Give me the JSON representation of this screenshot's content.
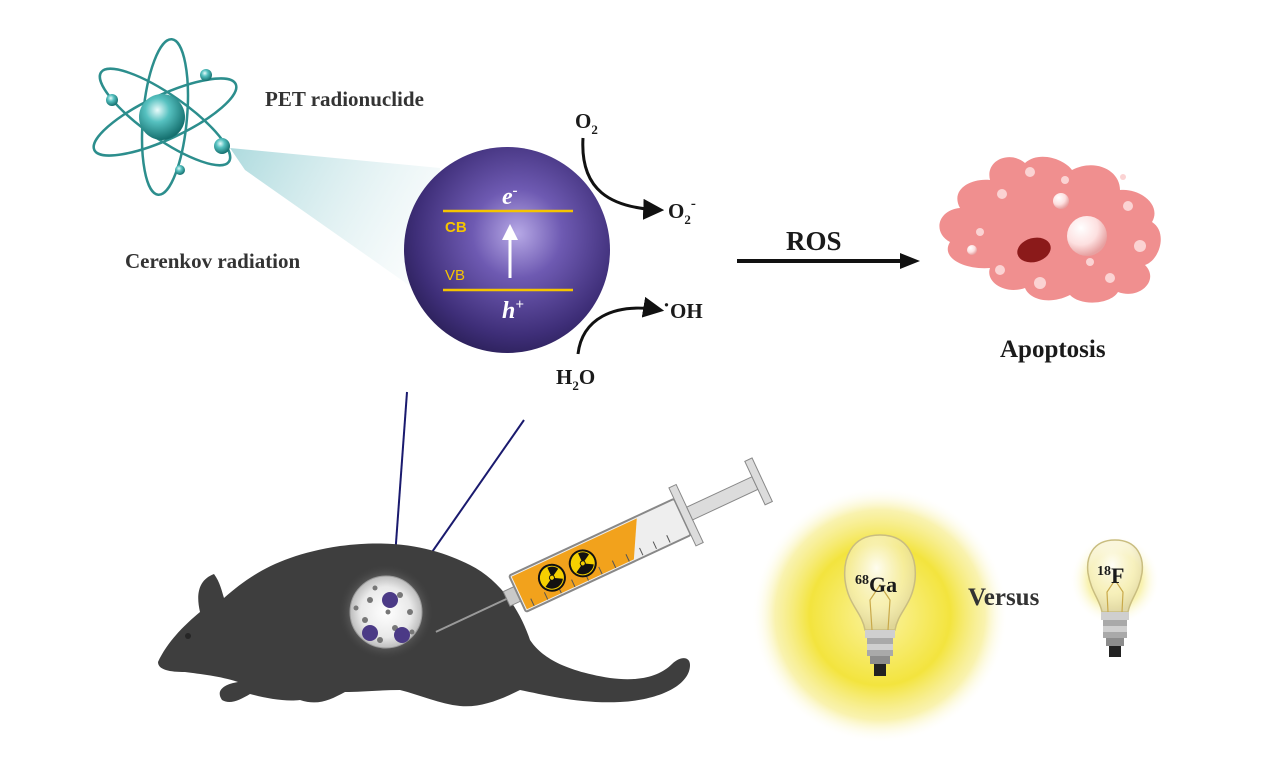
{
  "labels": {
    "pet_radionuclide": "PET radionuclide",
    "cerenkov_radiation": "Cerenkov radiation",
    "ros": "ROS",
    "apoptosis": "Apoptosis",
    "versus": "Versus"
  },
  "band": {
    "cb": "CB",
    "vb": "VB",
    "electron": "e",
    "electron_sup": "-",
    "hole": "h",
    "hole_sup": "+"
  },
  "reactions": {
    "o2_base": "O",
    "o2_sub": "2",
    "superoxide_base": "O",
    "superoxide_sub": "2",
    "superoxide_sup": "-",
    "hydroxyl_dot": "·",
    "hydroxyl": "OH",
    "water_h": "H",
    "water_sub": "2",
    "water_o": "O"
  },
  "isotopes": {
    "ga_mass": "68",
    "ga_symbol": "Ga",
    "f_mass": "18",
    "f_symbol": "F"
  },
  "colors": {
    "nanoparticle": "#4b3a86",
    "band_line": "#f5c400",
    "cell": "#f08f8f",
    "nucleus": "#8b1a1a",
    "mouse": "#3e3e3e",
    "glow": "#f3e33a",
    "syringe_fluid": "#f2a21c"
  },
  "icons": {
    "atom": "atom-icon",
    "radiation": "radiation-hazard-icon",
    "bulb": "light-bulb-icon"
  }
}
